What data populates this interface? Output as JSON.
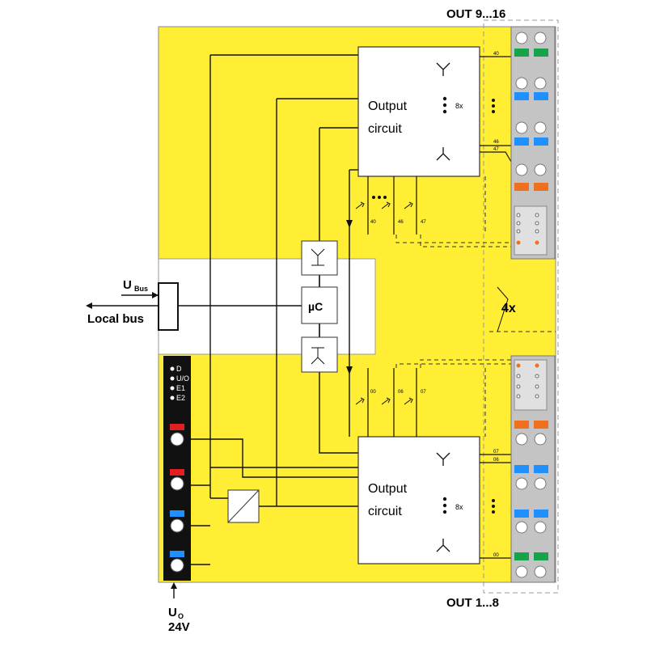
{
  "labels": {
    "out_top": "OUT 9...16",
    "out_bottom": "OUT 1...8",
    "multiplier": "4x",
    "ubus_main": "U",
    "ubus_sub": "Bus",
    "local_bus": "Local bus",
    "uo_main": "U",
    "uo_sub": "O",
    "voltage": "24V",
    "uc": "µC",
    "output_circuit_line1": "Output",
    "output_circuit_line2": "circuit",
    "eight_x": "8x"
  },
  "leds": [
    {
      "label": "D"
    },
    {
      "label": "U/O"
    },
    {
      "label": "E1"
    },
    {
      "label": "E2"
    }
  ],
  "pins_top": {
    "first": "40",
    "mid1": "46",
    "mid2": "47",
    "led_a": "40",
    "led_b": "46",
    "led_c": "47"
  },
  "pins_bottom": {
    "first": "00",
    "mid1": "06",
    "mid2": "07",
    "led_a": "00",
    "led_b": "06",
    "led_c": "07"
  },
  "colors": {
    "module_yellow": "#ffee33",
    "connector_gray": "#bfbfbf",
    "green": "#16a34a",
    "blue": "#1e90ff",
    "orange": "#f07020",
    "red": "#e02020"
  }
}
